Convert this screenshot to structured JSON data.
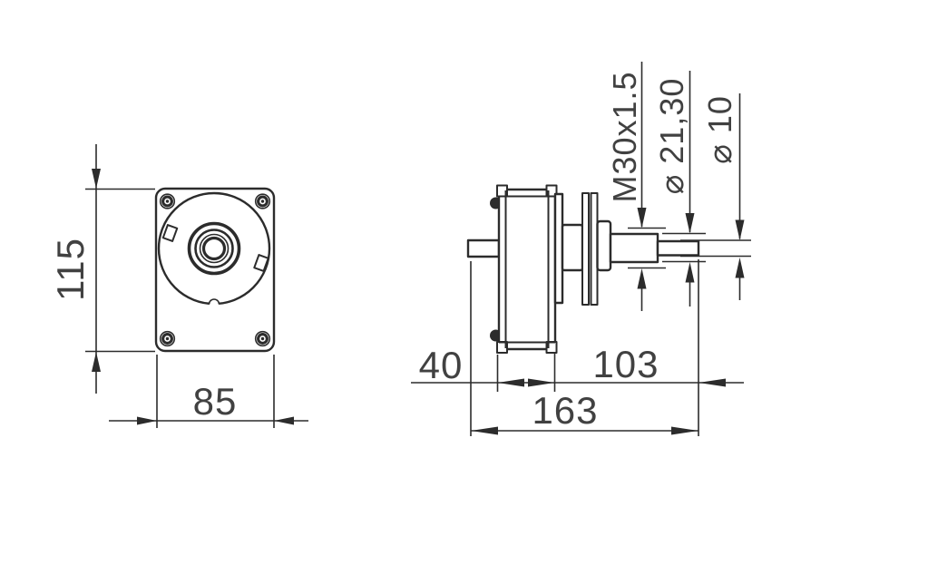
{
  "colors": {
    "background": "#ffffff",
    "line": "#2c2c2c",
    "text": "#414141"
  },
  "drawing": {
    "front_view": {
      "height_mm": "115",
      "width_mm": "85"
    },
    "side_view": {
      "body_depth_mm": "40",
      "shaft_assembly_mm": "103",
      "overall_length_mm": "163",
      "thread_spec": "M30x1.5",
      "collar_diameter": "⌀ 21,30",
      "output_shaft_diameter": "⌀ 10"
    }
  }
}
